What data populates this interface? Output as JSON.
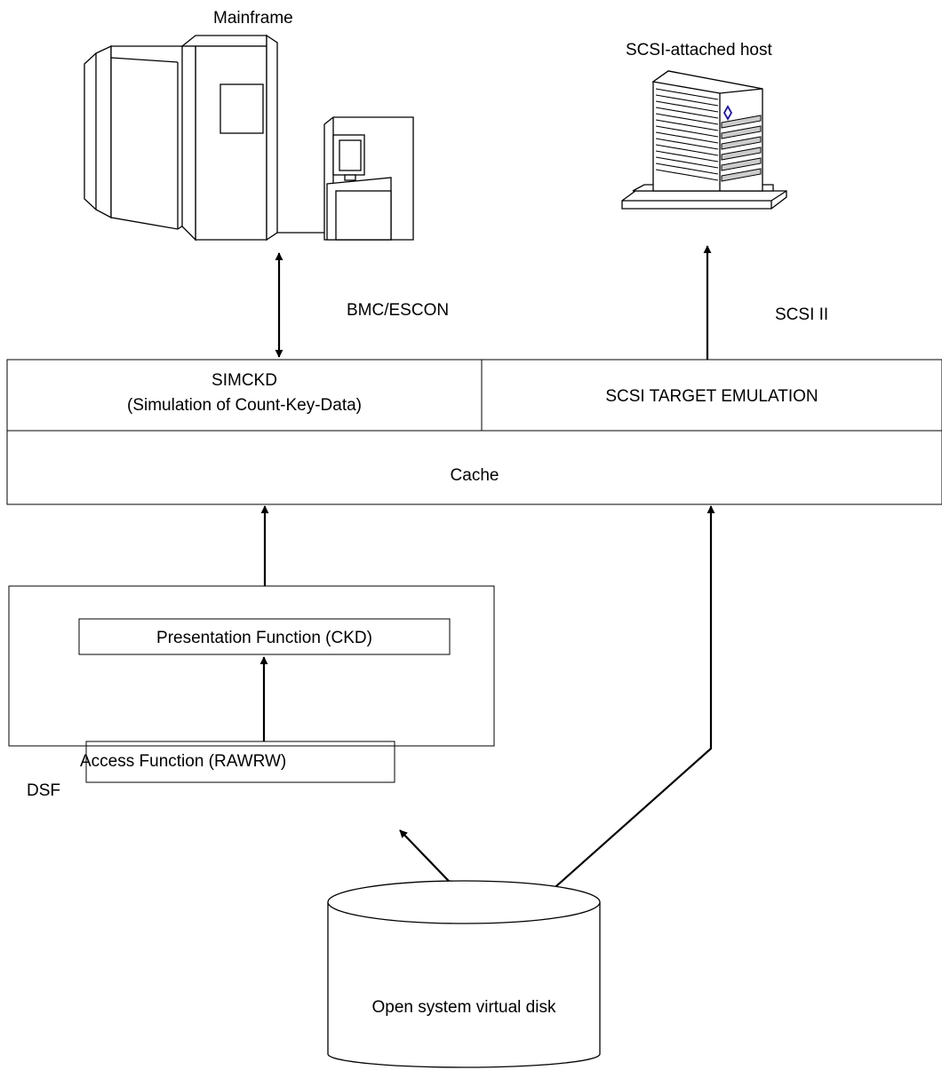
{
  "hosts": {
    "mainframe_label": "Mainframe",
    "scsi_host_label": "SCSI-attached host"
  },
  "links": {
    "mainframe_link": "BMC/ESCON",
    "scsi_link": "SCSI II"
  },
  "controller": {
    "simckd_line1": "SIMCKD",
    "simckd_line2": "(Simulation of Count-Key-Data)",
    "scsi_target": "SCSI TARGET EMULATION",
    "cache": "Cache"
  },
  "dsf": {
    "label": "DSF",
    "presentation": "Presentation Function (CKD)",
    "access": "Access Function (RAWRW)"
  },
  "disk": {
    "label": "Open system virtual disk"
  },
  "colors": {
    "line": "#000000",
    "background": "#ffffff",
    "diamond_accent": "#1a1aa6"
  }
}
